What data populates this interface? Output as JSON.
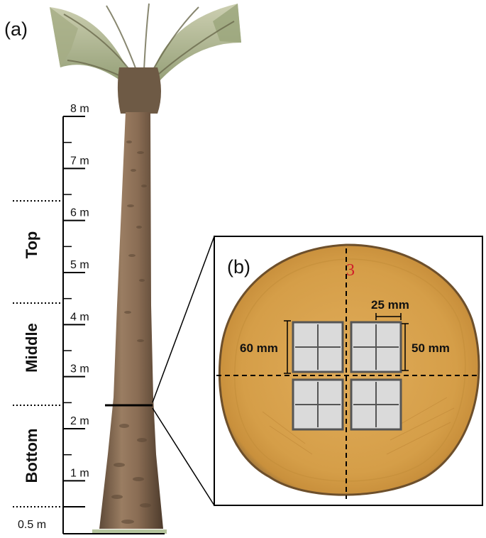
{
  "panels": {
    "a": "(a)",
    "b": "(b)"
  },
  "height_scale": {
    "ticks": [
      {
        "value": 8,
        "label": "8 m"
      },
      {
        "value": 7,
        "label": "7 m"
      },
      {
        "value": 6,
        "label": "6 m"
      },
      {
        "value": 5,
        "label": "5 m"
      },
      {
        "value": 4,
        "label": "4 m"
      },
      {
        "value": 3,
        "label": "3 m"
      },
      {
        "value": 2,
        "label": "2 m"
      },
      {
        "value": 1,
        "label": "1 m"
      },
      {
        "value": 0.5,
        "label": "0.5 m"
      }
    ]
  },
  "sections": {
    "top": "Top",
    "middle": "Middle",
    "bottom": "Bottom"
  },
  "disc": {
    "mark": "3",
    "specimen_size_a": "60 mm",
    "specimen_size_b": "50 mm",
    "subspecimen_size": "25 mm"
  },
  "colors": {
    "wood": "#d9a24a",
    "bark": "#7a5f45",
    "specimen": "#dadada",
    "mark": "#d01e2a"
  }
}
